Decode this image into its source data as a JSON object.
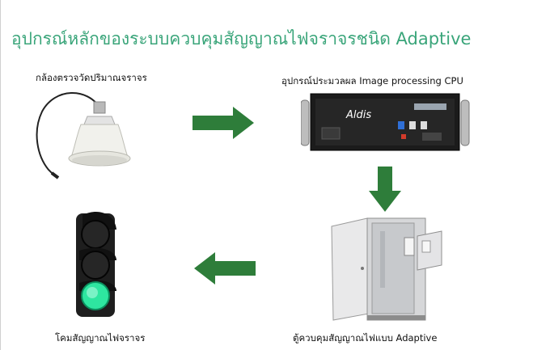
{
  "title": "อุปกรณ์หลักของระบบควบคุมสัญญาณไฟจราจรชนิด Adaptive",
  "items": {
    "camera": {
      "label": "กล้องตรวจวัดปริมาณจราจร"
    },
    "processor": {
      "label": "อุปกรณ์ประมวลผล Image processing CPU",
      "brand": "Aldis"
    },
    "cabinet": {
      "label": "ตู้ควบคุมสัญญาณไฟแบบ Adaptive"
    },
    "traffic_light": {
      "label": "โคมสัญญาณไฟจราจร"
    }
  },
  "colors": {
    "title": "#3aa57a",
    "arrow": "#2e7d3a",
    "signal_green": "#2ee6a0"
  }
}
